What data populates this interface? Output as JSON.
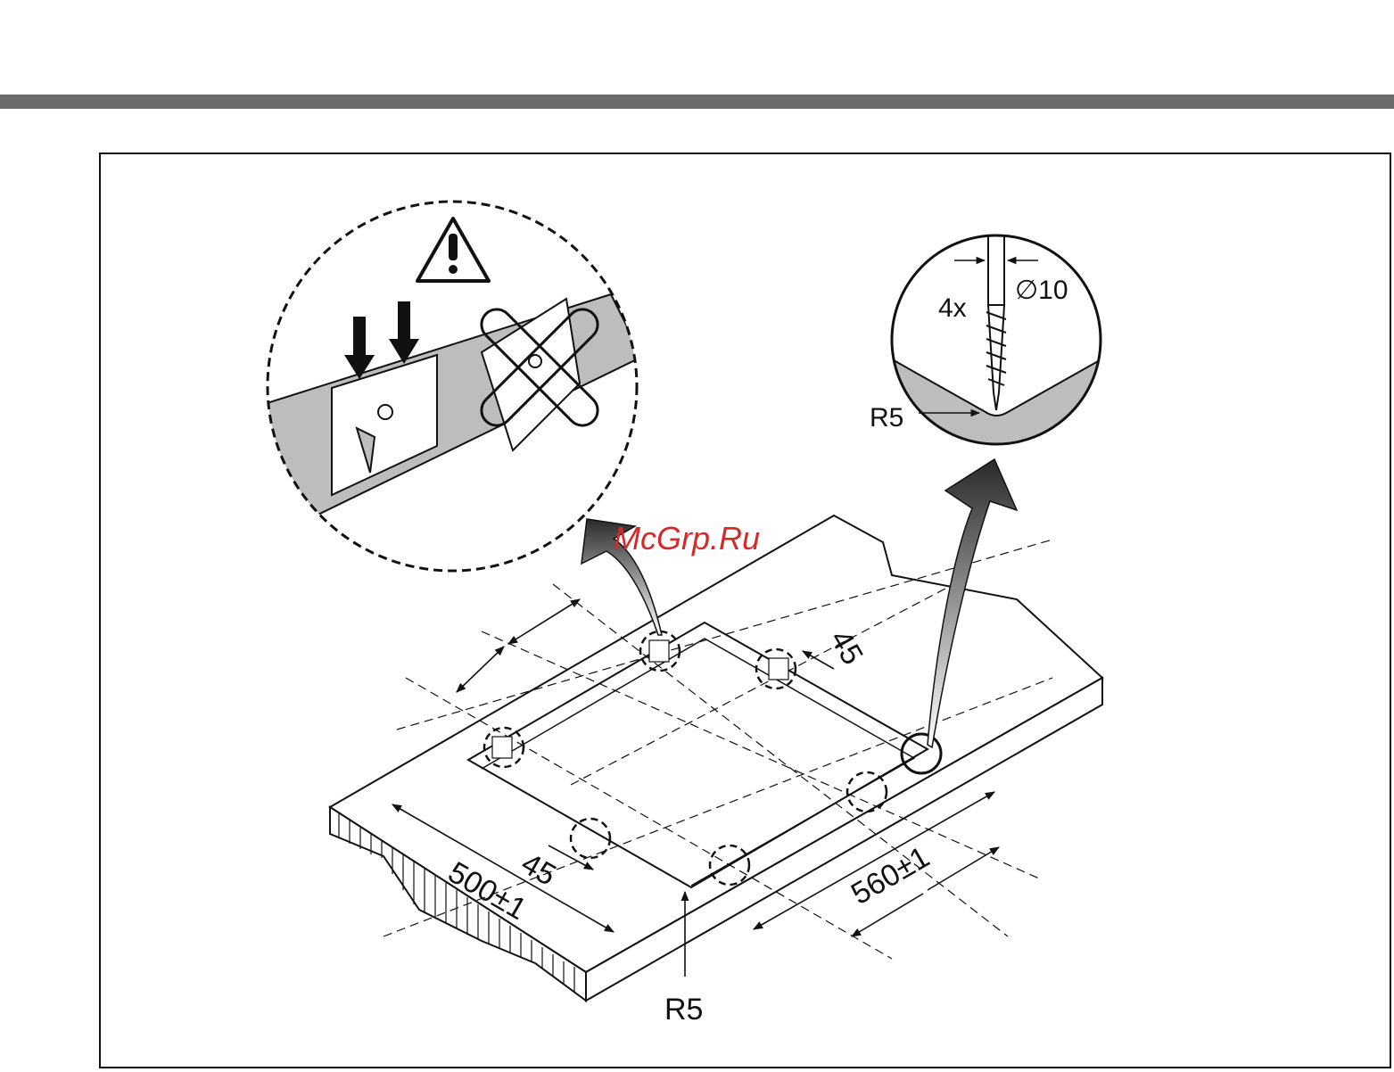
{
  "watermark": "McGrp.Ru",
  "labels": {
    "dim_depth": "500±1",
    "dim_width": "560±1",
    "dim_offset_left": "45",
    "dim_offset_right": "45",
    "radius_bottom": "R5",
    "radius_detail": "R5",
    "screw_count": "4x",
    "screw_diameter": "∅10"
  },
  "colors": {
    "bar": "#6b6b6b",
    "ink": "#111111",
    "surface_grey": "#bdbdbd",
    "watermark": "#d42a2a"
  },
  "icons": [
    "warning-triangle-icon",
    "forbidden-cross-icon",
    "screw-icon"
  ]
}
